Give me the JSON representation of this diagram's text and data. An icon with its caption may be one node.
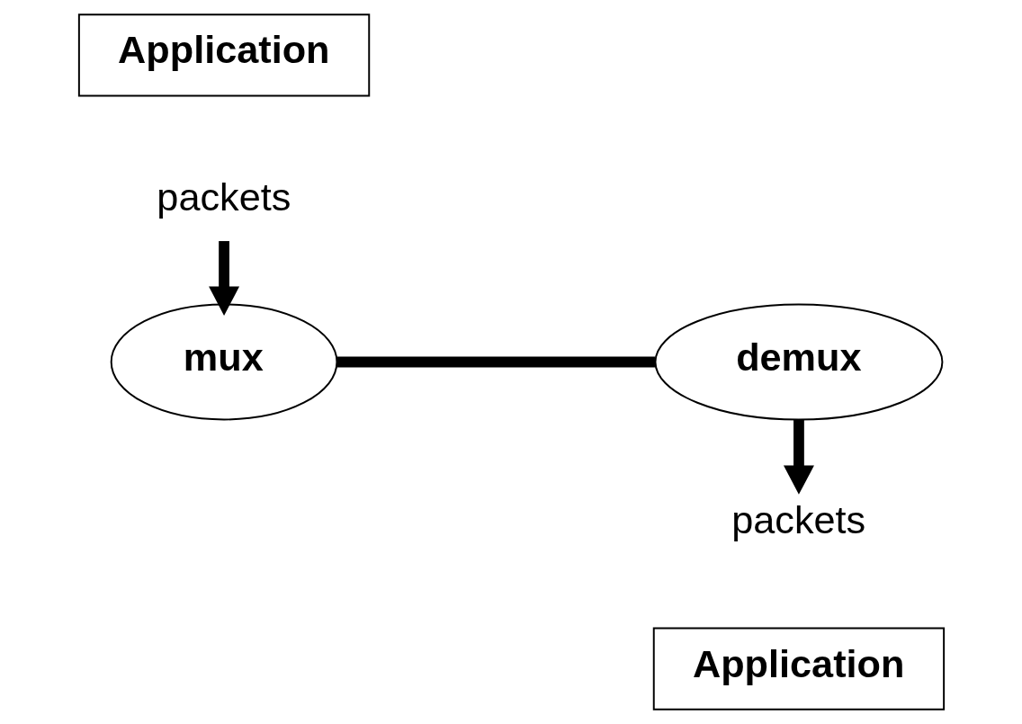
{
  "diagram": {
    "nodes": [
      {
        "text": [
          "Application"
        ]
      },
      {
        "text": [
          "packets"
        ]
      },
      {
        "text": [
          "mux"
        ]
      },
      {
        "text": [
          "demux"
        ]
      },
      {
        "text": [
          "packets"
        ]
      },
      {
        "text": [
          "Application"
        ]
      }
    ],
    "edges": [
      {
        "from": 1,
        "to": 2,
        "arrow": "to"
      },
      {
        "from": 2,
        "to": 3,
        "arrow": "none"
      },
      {
        "from": 3,
        "to": 4,
        "arrow": "to"
      }
    ]
  }
}
